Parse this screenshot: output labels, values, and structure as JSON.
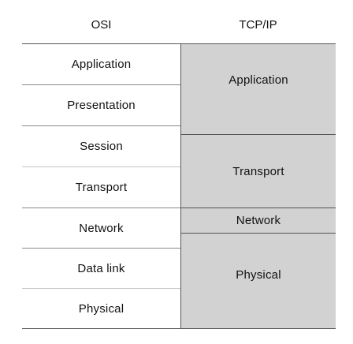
{
  "headers": {
    "osi": "OSI",
    "tcpip": "TCP/IP"
  },
  "osi_layers": [
    "Application",
    "Presentation",
    "Session",
    "Transport",
    "Network",
    "Data link",
    "Physical"
  ],
  "tcpip_layers": [
    "Application",
    "Transport",
    "Network",
    "Physical"
  ],
  "colors": {
    "tcpip_fill": "#d2d2d2",
    "osi_fill": "#ffffff",
    "border": "#555555"
  }
}
